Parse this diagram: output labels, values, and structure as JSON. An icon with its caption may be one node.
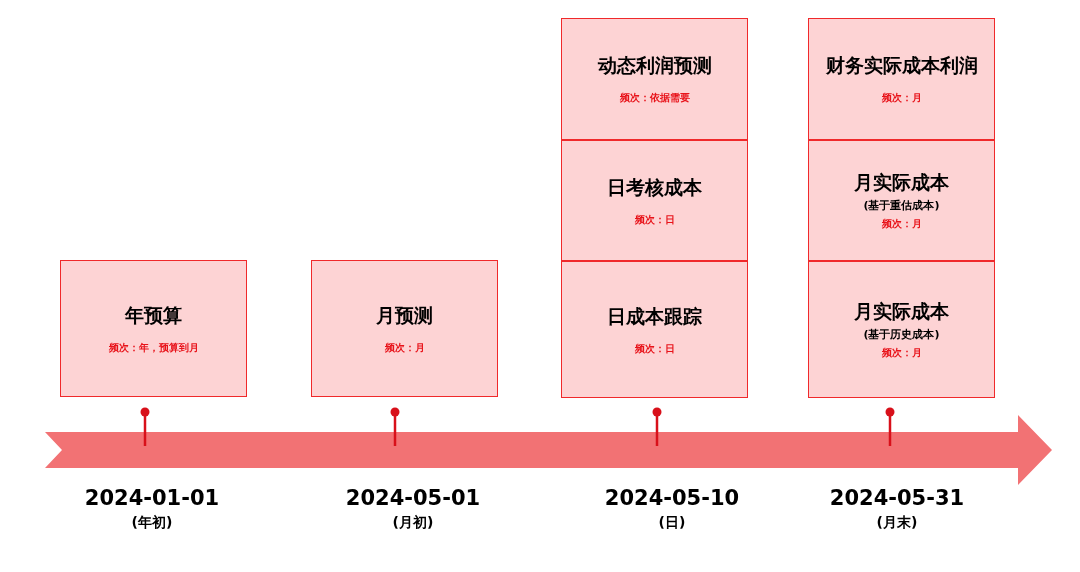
{
  "diagram": {
    "nodes": [
      {
        "text": [
          "年预算",
          "频次：年，预算到月"
        ]
      },
      {
        "text": [
          "月预测",
          "频次：月"
        ]
      },
      {
        "text": [
          "动态利润预测",
          "频次：依据需要"
        ]
      },
      {
        "text": [
          "日考核成本",
          "频次：日"
        ]
      },
      {
        "text": [
          "日成本跟踪",
          "频次：日"
        ]
      },
      {
        "text": [
          "财务实际成本利润",
          "频次：月"
        ]
      },
      {
        "text": [
          "月实际成本",
          "(基于重估成本)",
          "频次：月"
        ]
      },
      {
        "text": [
          "月实际成本",
          "(基于历史成本)",
          "频次：月"
        ]
      }
    ],
    "labels": [
      "2024-01-01",
      "(年初)",
      "2024-05-01",
      "(月初)",
      "2024-05-10",
      "(日)",
      "2024-05-31",
      "(月末)"
    ]
  }
}
